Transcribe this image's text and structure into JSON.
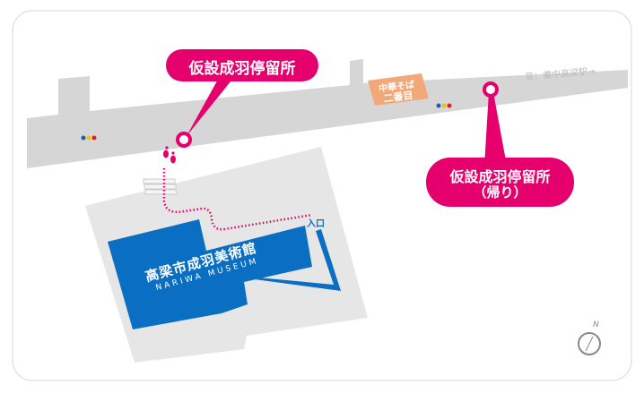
{
  "stops": {
    "outbound": {
      "label": "仮設成羽停留所"
    },
    "return": {
      "label": "仮設成羽停留所",
      "sub": "（帰り）"
    }
  },
  "shop": {
    "line1": "中華そば",
    "line2": "二番目"
  },
  "direction": "至：備中高梁駅→",
  "museum": {
    "name_ja": "高梁市成羽美術館",
    "name_en": "NARIWA MUSEUM",
    "entrance": "入口"
  },
  "compass": "N",
  "colors": {
    "accent": "#e6006e",
    "building": "#0a6ec2",
    "road": "#d6d6d6",
    "shop": "#f2a878"
  }
}
